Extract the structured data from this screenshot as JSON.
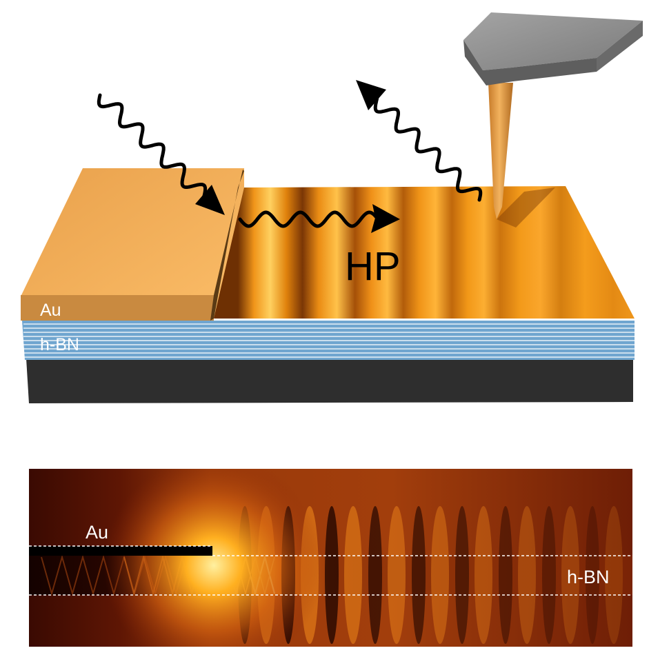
{
  "labels": {
    "au_top": "Au",
    "hbn_top": "h-BN",
    "hp": "HP",
    "au_bottom": "Au",
    "hbn_bottom": "h-BN"
  },
  "colors": {
    "gold": "#F2A94E",
    "gold_top": "#F8B862",
    "orange_fringe": "#E88A10",
    "fringe_dark": "#7A3A05",
    "hbn_blue": "#6FA5CF",
    "substrate": "#2E2E2E",
    "tip_gray": "#8A8A8A",
    "field_bg": "#8E2A08",
    "field_bright": "#FFB020"
  },
  "icons": [
    "incident-wavy-arrow-icon",
    "hp-wavy-arrow-icon",
    "scattered-wavy-arrow-icon",
    "afm-tip-icon"
  ]
}
